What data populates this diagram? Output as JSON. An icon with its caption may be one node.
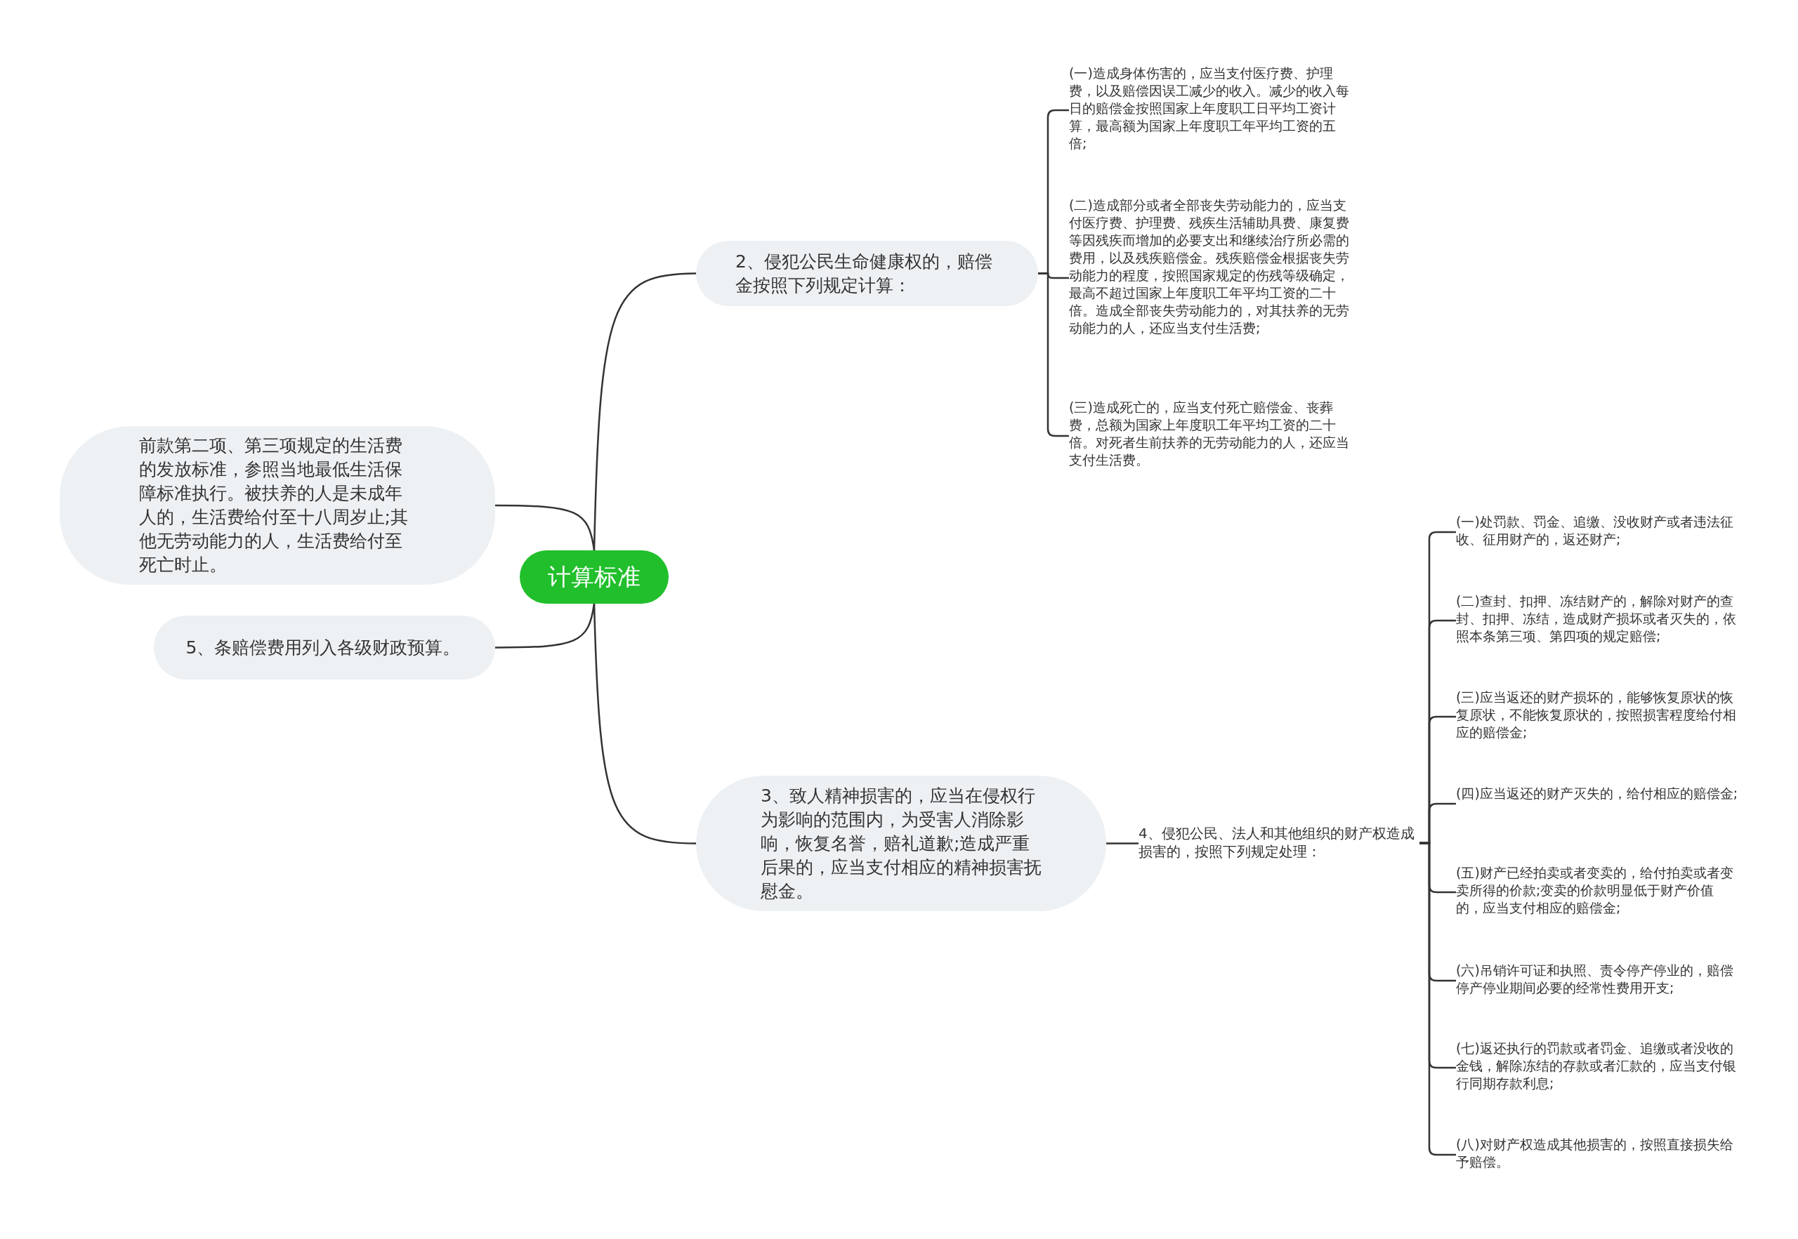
{
  "diagram": {
    "nodes": [
      {
        "text": [
          "计算标准"
        ]
      },
      {
        "text": [
          "前款第二项、第三项规定的生活费的发放标准，参照当地最低生活保障标准执行。被扶养的人是未成年人的，生活费给付至十八周岁止;其他无劳动能力的人，生活费给付至死亡时止。"
        ]
      },
      {
        "text": [
          "5、条赔偿费用列入各级财政预算。"
        ]
      },
      {
        "text": [
          "2、侵犯公民生命健康权的，赔偿金按照下列规定计算："
        ]
      },
      {
        "text": [
          "(一)造成身体伤害的，应当支付医疗费、护理费，以及赔偿因误工减少的收入。减少的收入每日的赔偿金按照国家上年度职工日平均工资计算，最高额为国家上年度职工年平均工资的五倍;"
        ]
      },
      {
        "text": [
          "(二)造成部分或者全部丧失劳动能力的，应当支付医疗费、护理费、残疾生活辅助具费、康复费等因残疾而增加的必要支出和继续治疗所必需的费用，以及残疾赔偿金。残疾赔偿金根据丧失劳动能力的程度，按照国家规定的伤残等级确定，最高不超过国家上年度职工年平均工资的二十倍。造成全部丧失劳动能力的，对其扶养的无劳动能力的人，还应当支付生活费;"
        ]
      },
      {
        "text": [
          "(三)造成死亡的，应当支付死亡赔偿金、丧葬费，总额为国家上年度职工年平均工资的二十倍。对死者生前扶养的无劳动能力的人，还应当支付生活费。"
        ]
      },
      {
        "text": [
          "3、致人精神损害的，应当在侵权行为影响的范围内，为受害人消除影响，恢复名誉，赔礼道歉;造成严重后果的，应当支付相应的精神损害抚慰金。"
        ]
      },
      {
        "text": [
          "4、侵犯公民、法人和其他组织的财产权造成损害的，按照下列规定处理："
        ]
      },
      {
        "text": [
          "(一)处罚款、罚金、追缴、没收财产或者违法征收、征用财产的，返还财产;"
        ]
      },
      {
        "text": [
          "(二)查封、扣押、冻结财产的，解除对财产的查封、扣押、冻结，造成财产损坏或者灭失的，依照本条第三项、第四项的规定赔偿;"
        ]
      },
      {
        "text": [
          "(三)应当返还的财产损坏的，能够恢复原状的恢复原状，不能恢复原状的，按照损害程度给付相应的赔偿金;"
        ]
      },
      {
        "text": [
          "(四)应当返还的财产灭失的，给付相应的赔偿金;"
        ]
      },
      {
        "text": [
          "(五)财产已经拍卖或者变卖的，给付拍卖或者变卖所得的价款;变卖的价款明显低于财产价值的，应当支付相应的赔偿金;"
        ]
      },
      {
        "text": [
          "(六)吊销许可证和执照、责令停产停业的，赔偿停产停业期间必要的经常性费用开支;"
        ]
      },
      {
        "text": [
          "(七)返还执行的罚款或者罚金、追缴或者没收的金钱，解除冻结的存款或者汇款的，应当支付银行同期存款利息;"
        ]
      },
      {
        "text": [
          "(八)对财产权造成其他损害的，按照直接损失给予赔偿。"
        ]
      }
    ],
    "edges": [
      {
        "from": 0,
        "to": 1,
        "arrow": "none"
      },
      {
        "from": 0,
        "to": 2,
        "arrow": "none"
      },
      {
        "from": 0,
        "to": 3,
        "arrow": "none"
      },
      {
        "from": 3,
        "to": 4,
        "arrow": "none"
      },
      {
        "from": 3,
        "to": 5,
        "arrow": "none"
      },
      {
        "from": 3,
        "to": 6,
        "arrow": "none"
      },
      {
        "from": 0,
        "to": 7,
        "arrow": "none"
      },
      {
        "from": 7,
        "to": 8,
        "arrow": "none"
      },
      {
        "from": 8,
        "to": 9,
        "arrow": "none"
      },
      {
        "from": 8,
        "to": 10,
        "arrow": "none"
      },
      {
        "from": 8,
        "to": 11,
        "arrow": "none"
      },
      {
        "from": 8,
        "to": 12,
        "arrow": "none"
      },
      {
        "from": 8,
        "to": 13,
        "arrow": "none"
      },
      {
        "from": 8,
        "to": 14,
        "arrow": "none"
      },
      {
        "from": 8,
        "to": 15,
        "arrow": "none"
      },
      {
        "from": 8,
        "to": 16,
        "arrow": "none"
      }
    ]
  }
}
